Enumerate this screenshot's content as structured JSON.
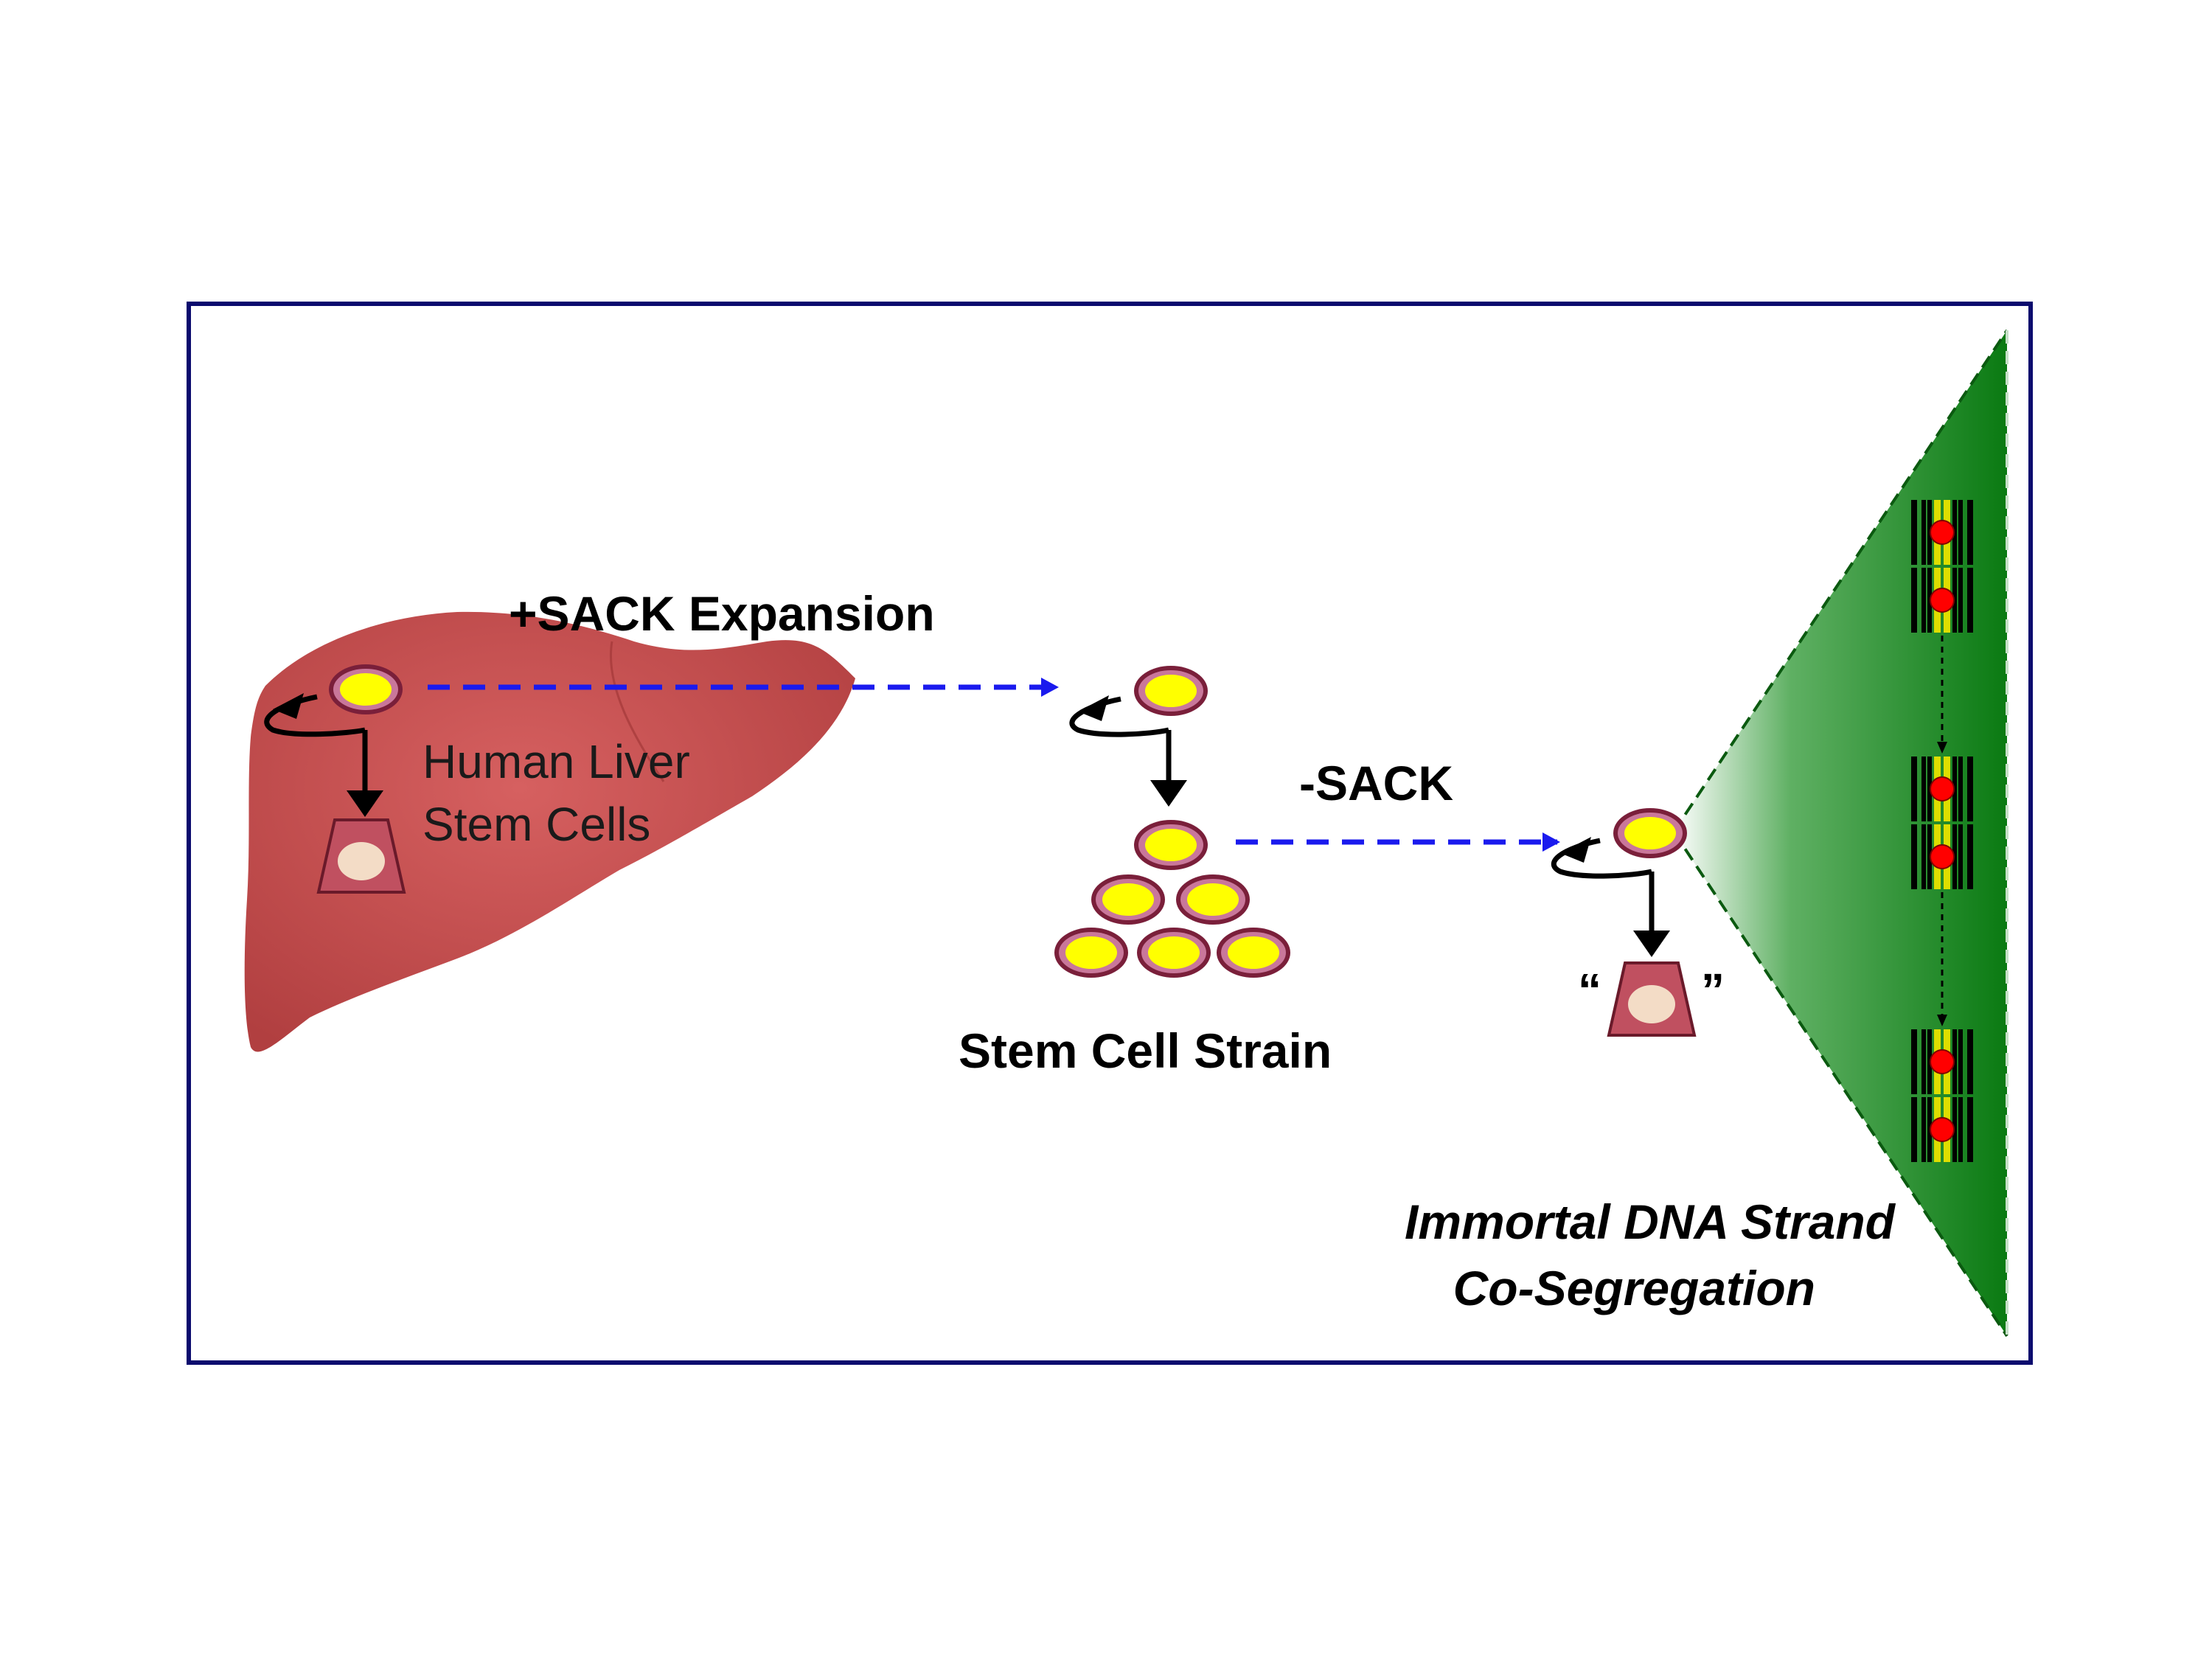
{
  "labels": {
    "expansion": "+SACK Expansion",
    "liver_line1": "Human Liver",
    "liver_line2": "Stem Cells",
    "minus_sack": "-SACK",
    "strain": "Stem Cell Strain",
    "open_quote": "“",
    "close_quote": "”",
    "immortal_line1": "Immortal DNA Strand",
    "immortal_line2": "Co-Segregation"
  },
  "colors": {
    "frame": "#0b0b6e",
    "liver": "#c24848",
    "cell_fill": "#ffff00",
    "cell_ring": "#7a1f3a",
    "dashed_arrow": "#1a1aee",
    "green_cone": "#0b7d12",
    "chromosome_marker": "#ff0000",
    "differentiated_cell": "#c05060"
  },
  "icons": [
    "liver-organ",
    "stem-cell",
    "differentiated-cell",
    "self-renewal-arrow",
    "chromosome-pair",
    "cone-expansion"
  ]
}
